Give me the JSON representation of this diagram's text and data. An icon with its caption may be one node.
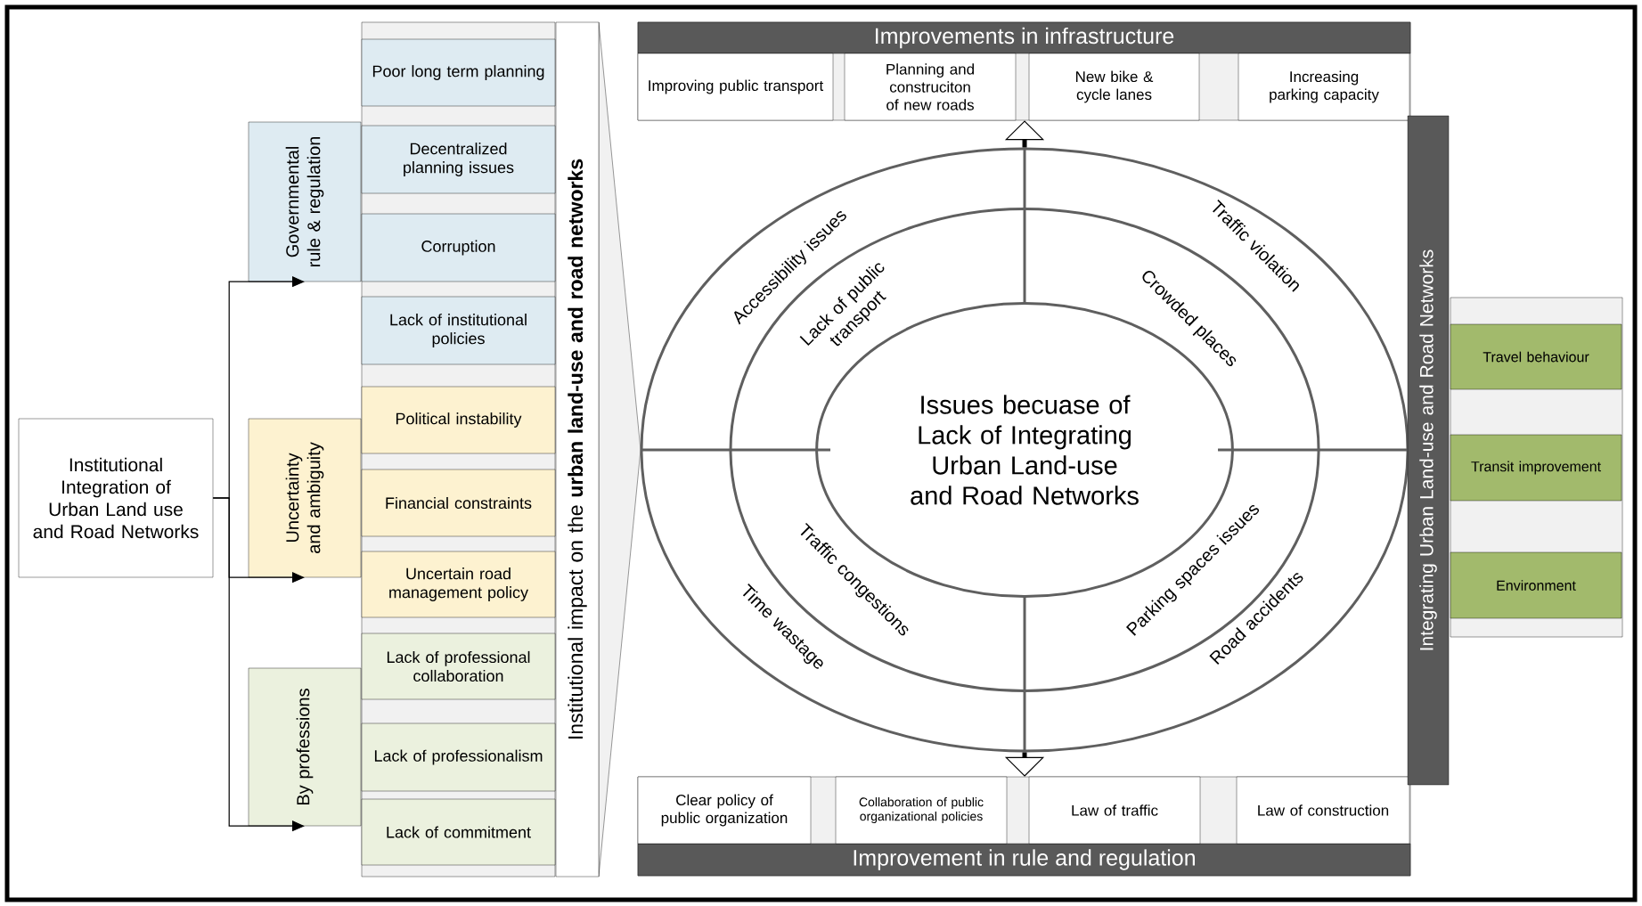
{
  "diagram": {
    "nodes": [
      {
        "text": [
          "Institutional Integration of Urban Land use and Road Networks"
        ]
      },
      {
        "text": [
          "Governmental rule & regulation"
        ]
      },
      {
        "text": [
          "Uncertainty and ambiguity"
        ]
      },
      {
        "text": [
          "By professions"
        ]
      },
      {
        "text": [
          "Poor long term planning"
        ]
      },
      {
        "text": [
          "Decentralized planning issues"
        ]
      },
      {
        "text": [
          "Corruption"
        ]
      },
      {
        "text": [
          "Lack of institutional policies"
        ]
      },
      {
        "text": [
          "Political instability"
        ]
      },
      {
        "text": [
          "Financial constraints"
        ]
      },
      {
        "text": [
          "Uncertain road management policy"
        ]
      },
      {
        "text": [
          "Lack of professional collaboration"
        ]
      },
      {
        "text": [
          "Lack of professionalism"
        ]
      },
      {
        "text": [
          "Lack of  commitment"
        ]
      },
      {
        "text": [
          "Institutional impact on the **urban land-use and road networks**"
        ]
      },
      {
        "text": [
          "Improvements in infrastructure"
        ]
      },
      {
        "text": [
          "Improving public transport"
        ],
        "in": 15
      },
      {
        "text": [
          "Planning and construciton of new roads"
        ],
        "in": 15
      },
      {
        "text": [
          "New bike & cycle lanes"
        ],
        "in": 15
      },
      {
        "text": [
          "Increasing parking capacity"
        ],
        "in": 15
      },
      {
        "text": [
          "Accessibility issues",
          "Traffic violation",
          "Time wastage",
          "Road accidents"
        ]
      },
      {
        "text": [
          "Lack of public transport",
          "Crowded places",
          "Traffic congestions",
          "Parking spaces issues"
        ],
        "in": 20
      },
      {
        "text": [
          "Issues becuase of Lack of Integrating Urban Land-use and Road Networks"
        ],
        "in": 21
      },
      {
        "text": [
          "Improvement in rule and regulation"
        ]
      },
      {
        "text": [
          "Clear policy of public organization"
        ],
        "in": 23
      },
      {
        "text": [
          "Collaboration of public organizational policies"
        ],
        "in": 23
      },
      {
        "text": [
          "Law of traffic"
        ],
        "in": 23
      },
      {
        "text": [
          "Law of construction"
        ],
        "in": 23
      },
      {
        "text": [
          "Integrating Urban Land-use and Road Networks"
        ]
      },
      {
        "text": [
          "Travel behaviour"
        ]
      },
      {
        "text": [
          "Transit improvement"
        ]
      },
      {
        "text": [
          "Environment"
        ]
      }
    ],
    "edges": [
      {
        "from": 0,
        "to": 1,
        "arrow": "to"
      },
      {
        "from": 0,
        "to": 2,
        "arrow": "to"
      },
      {
        "from": 0,
        "to": 3,
        "arrow": "to"
      },
      {
        "from": 20,
        "to": 15,
        "arrow": "to",
        "style": "thick"
      },
      {
        "from": 20,
        "to": 23,
        "arrow": "to",
        "style": "thick"
      }
    ]
  }
}
